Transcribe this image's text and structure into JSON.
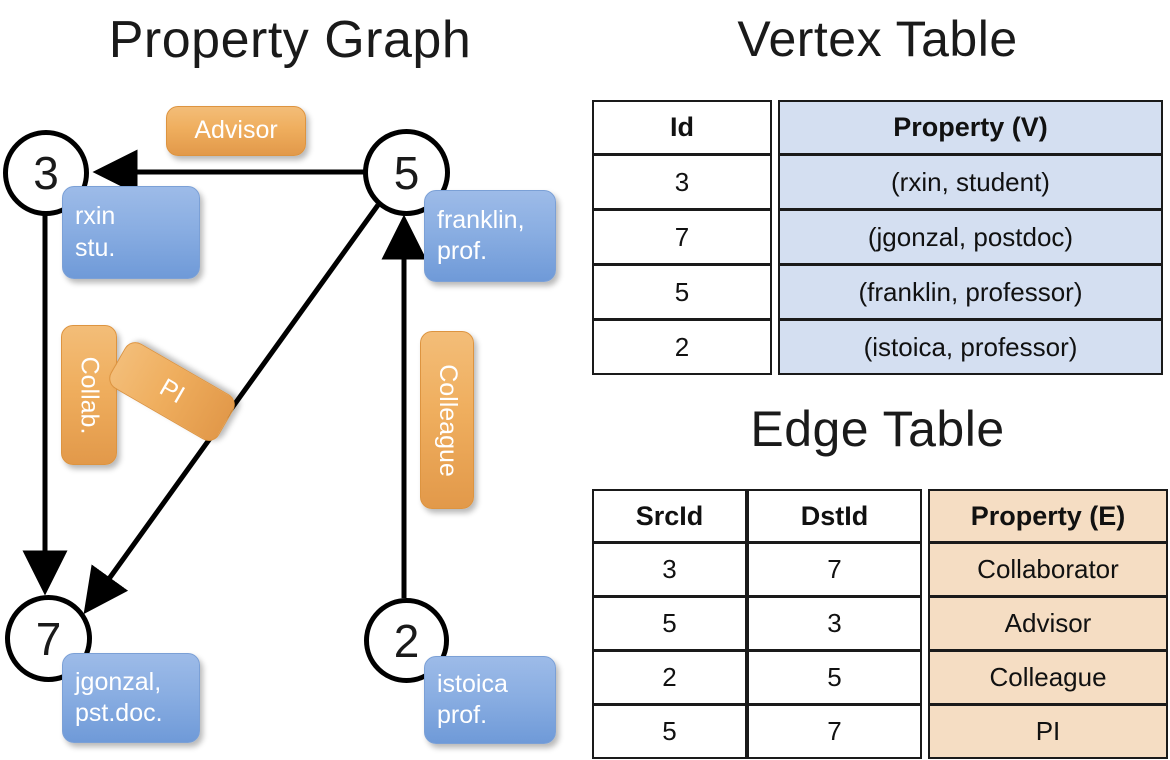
{
  "titles": {
    "graph": "Property Graph",
    "vertex_table": "Vertex Table",
    "edge_table": "Edge Table"
  },
  "graph": {
    "nodes": [
      {
        "id": "3",
        "label": "rxin\nstu."
      },
      {
        "id": "5",
        "label": "franklin,\nprof."
      },
      {
        "id": "7",
        "label": "jgonzal,\npst.doc."
      },
      {
        "id": "2",
        "label": "istoica\nprof."
      }
    ],
    "edge_labels": [
      {
        "name": "advisor",
        "text": "Advisor"
      },
      {
        "name": "collab",
        "text": "Collab."
      },
      {
        "name": "pi",
        "text": "PI"
      },
      {
        "name": "colleague",
        "text": "Colleague"
      }
    ]
  },
  "vertex_table": {
    "headers": [
      "Id",
      "Property (V)"
    ],
    "rows": [
      {
        "id": "3",
        "property": "(rxin, student)"
      },
      {
        "id": "7",
        "property": "(jgonzal, postdoc)"
      },
      {
        "id": "5",
        "property": "(franklin, professor)"
      },
      {
        "id": "2",
        "property": "(istoica, professor)"
      }
    ]
  },
  "edge_table": {
    "headers": [
      "SrcId",
      "DstId",
      "Property (E)"
    ],
    "rows": [
      {
        "src": "3",
        "dst": "7",
        "property": "Collaborator"
      },
      {
        "src": "5",
        "dst": "3",
        "property": "Advisor"
      },
      {
        "src": "2",
        "dst": "5",
        "property": "Colleague"
      },
      {
        "src": "5",
        "dst": "7",
        "property": "PI"
      }
    ]
  },
  "colors": {
    "vertex_fill": "#d4dff1",
    "edge_fill": "#f5ddc3",
    "node_box_blue": "#8aaee2",
    "edge_label_orange": "#efae5e",
    "stroke": "#1a1a1a"
  }
}
